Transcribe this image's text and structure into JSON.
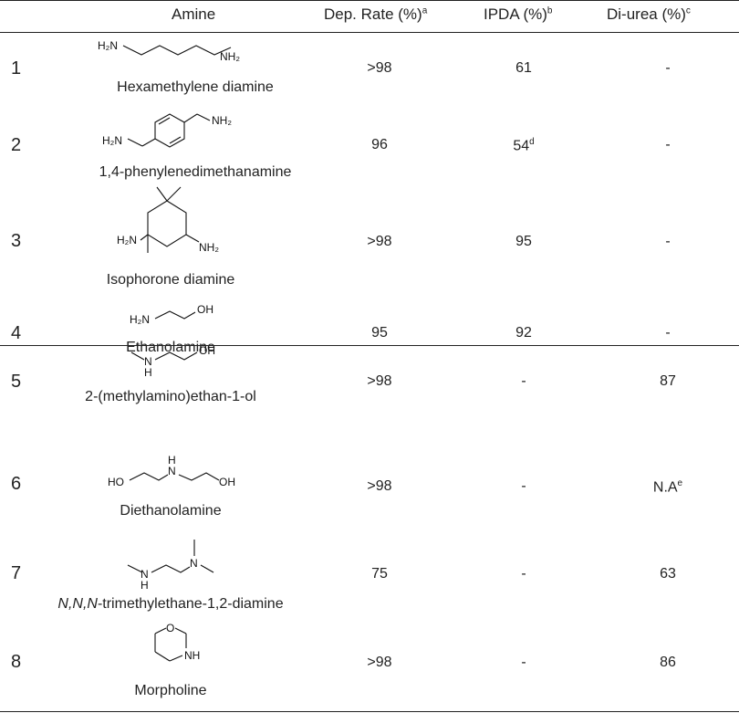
{
  "headers": {
    "amine": "Amine",
    "dep_rate": "Dep. Rate (%)",
    "dep_rate_sup": "a",
    "ipda": "IPDA (%)",
    "ipda_sup": "b",
    "diurea": "Di-urea (%)",
    "diurea_sup": "c"
  },
  "rows": [
    {
      "index": "1",
      "name": "Hexamethylene diamine",
      "dep_rate": ">98",
      "ipda": "61",
      "ipda_sup": "",
      "diurea": "-",
      "diurea_sup": "",
      "structure": "hexamethylene-diamine-structure-icon",
      "labels": [
        "H₂N",
        "NH₂"
      ]
    },
    {
      "index": "2",
      "name": "1,4-phenylenedimethanamine",
      "dep_rate": "96",
      "ipda": "54",
      "ipda_sup": "d",
      "diurea": "-",
      "diurea_sup": "",
      "structure": "phenylenedimethanamine-structure-icon",
      "labels": [
        "H₂N",
        "NH₂"
      ]
    },
    {
      "index": "3",
      "name": "Isophorone diamine",
      "dep_rate": ">98",
      "ipda": "95",
      "ipda_sup": "",
      "diurea": "-",
      "diurea_sup": "",
      "structure": "isophorone-diamine-structure-icon",
      "labels": [
        "H₂N",
        "NH₂"
      ]
    },
    {
      "index": "4",
      "name": "Ethanolamine",
      "dep_rate": "95",
      "ipda": "92",
      "ipda_sup": "",
      "diurea": "-",
      "diurea_sup": "",
      "structure": "ethanolamine-structure-icon",
      "labels": [
        "H₂N",
        "OH"
      ]
    },
    {
      "index": "5",
      "name": "2-(methylamino)ethan-1-ol",
      "dep_rate": ">98",
      "ipda": "-",
      "ipda_sup": "",
      "diurea": "87",
      "diurea_sup": "",
      "structure": "methylaminoethanol-structure-icon",
      "labels": [
        "N",
        "H",
        "OH"
      ]
    },
    {
      "index": "6",
      "name": "Diethanolamine",
      "dep_rate": ">98",
      "ipda": "-",
      "ipda_sup": "",
      "diurea": "N.A",
      "diurea_sup": "e",
      "structure": "diethanolamine-structure-icon",
      "labels": [
        "HO",
        "N",
        "H",
        "OH"
      ]
    },
    {
      "index": "7",
      "name_italic": "N,N,N",
      "name": "-trimethylethane-1,2-diamine",
      "dep_rate": "75",
      "ipda": "-",
      "ipda_sup": "",
      "diurea": "63",
      "diurea_sup": "",
      "structure": "trimethylethanediamine-structure-icon",
      "labels": [
        "N",
        "H",
        "N"
      ]
    },
    {
      "index": "8",
      "name": "Morpholine",
      "dep_rate": ">98",
      "ipda": "-",
      "ipda_sup": "",
      "diurea": "86",
      "diurea_sup": "",
      "structure": "morpholine-structure-icon",
      "labels": [
        "O",
        "NH"
      ]
    }
  ]
}
